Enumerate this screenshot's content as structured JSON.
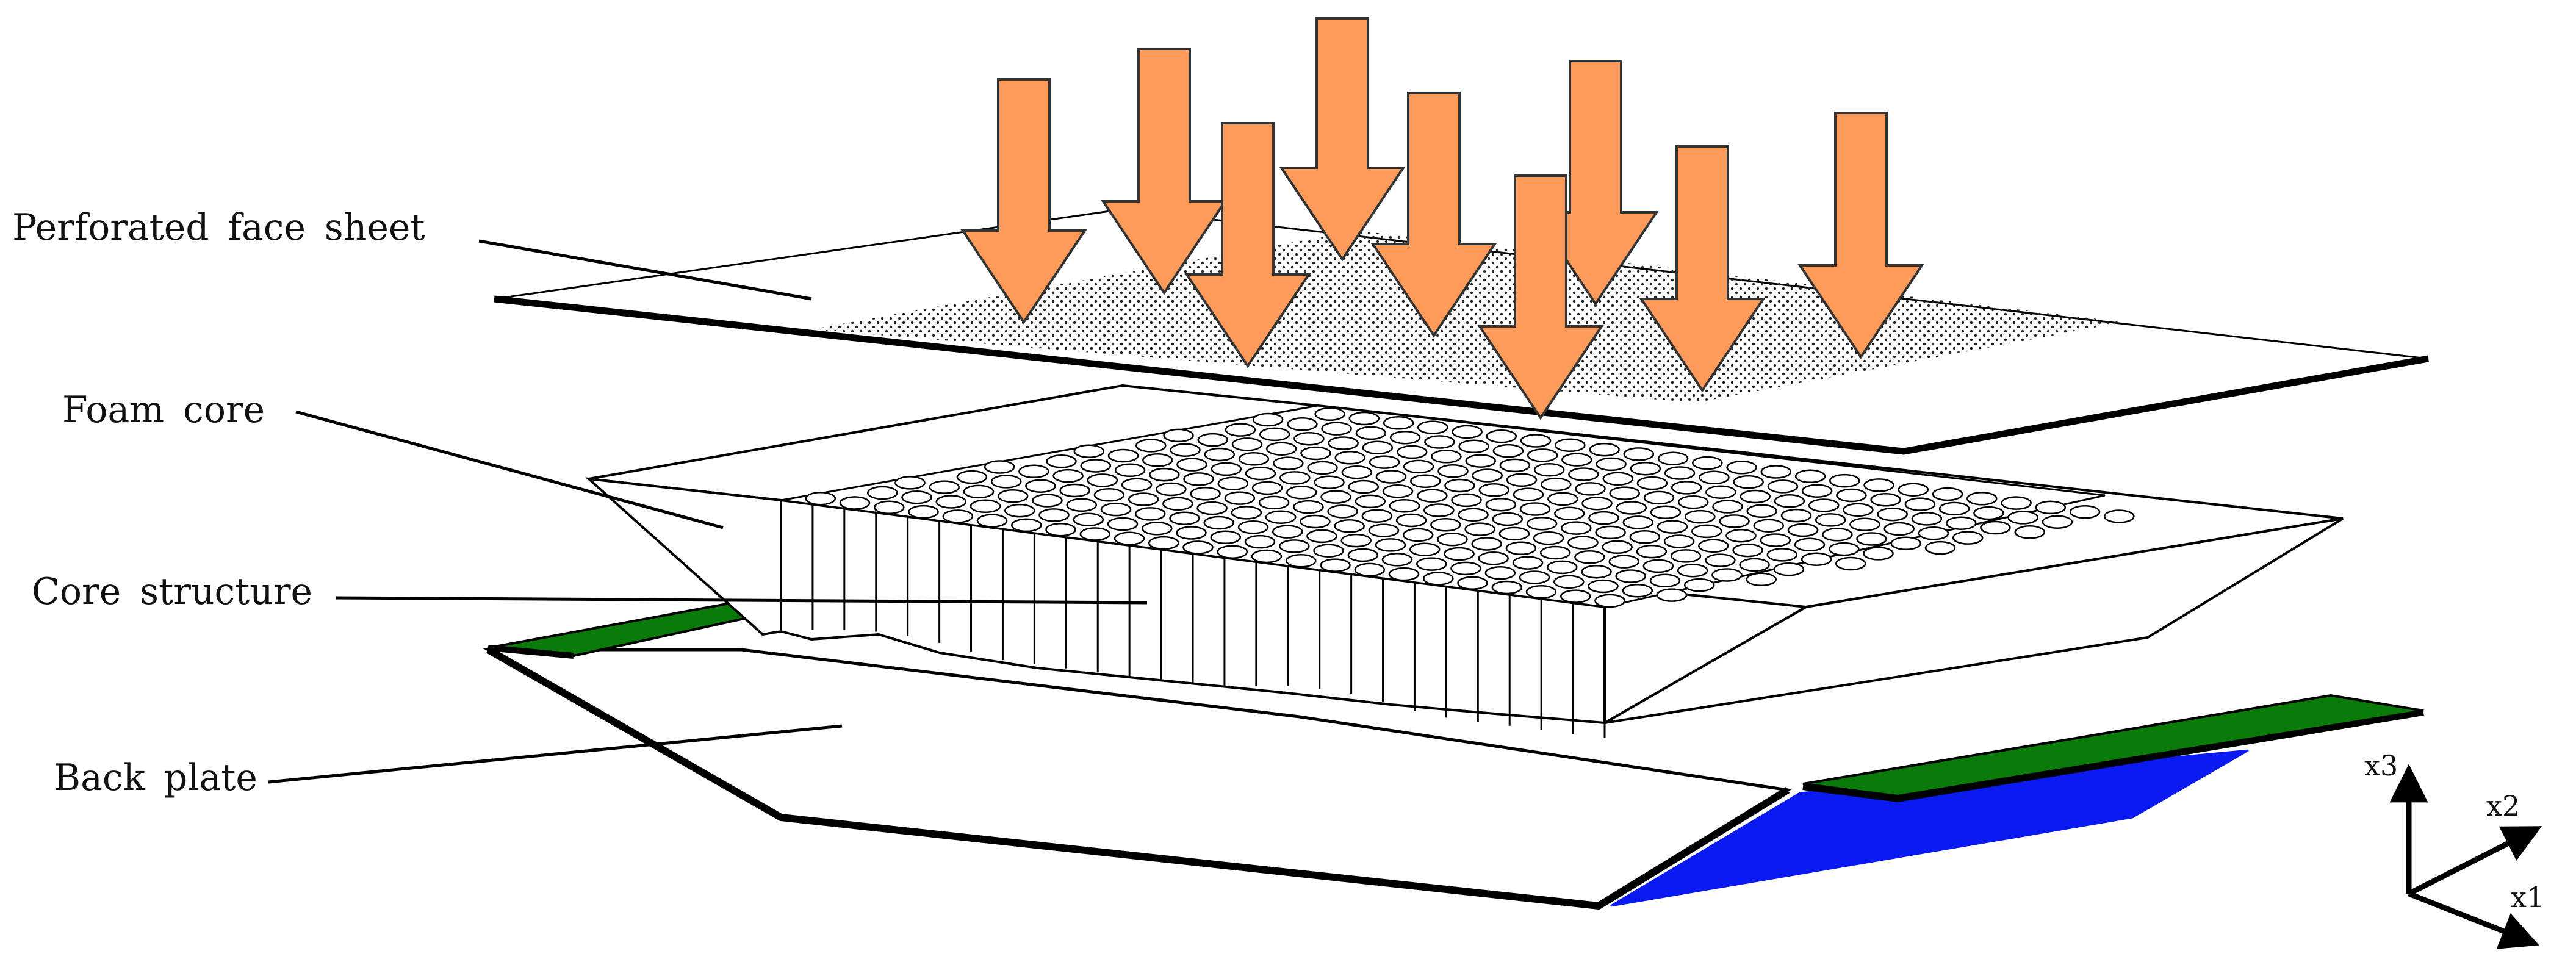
{
  "labels": {
    "face_sheet": "Perforated face sheet",
    "foam_core": "Foam core",
    "core_structure": "Core structure",
    "back_plate": "Back plate"
  },
  "axes": {
    "x1": "x1",
    "x2": "x2",
    "x3": "x3"
  },
  "colors": {
    "arrow_fill": "#FF9B5A",
    "arrow_stroke": "#333333",
    "green_strip": "#0A7A0A",
    "blue_panel": "#0A1AF0",
    "line": "#000000",
    "fill": "#FFFFFF"
  },
  "icons": {
    "load_arrow": "arrow-down-icon",
    "axis_arrow": "axis-arrow-icon"
  }
}
